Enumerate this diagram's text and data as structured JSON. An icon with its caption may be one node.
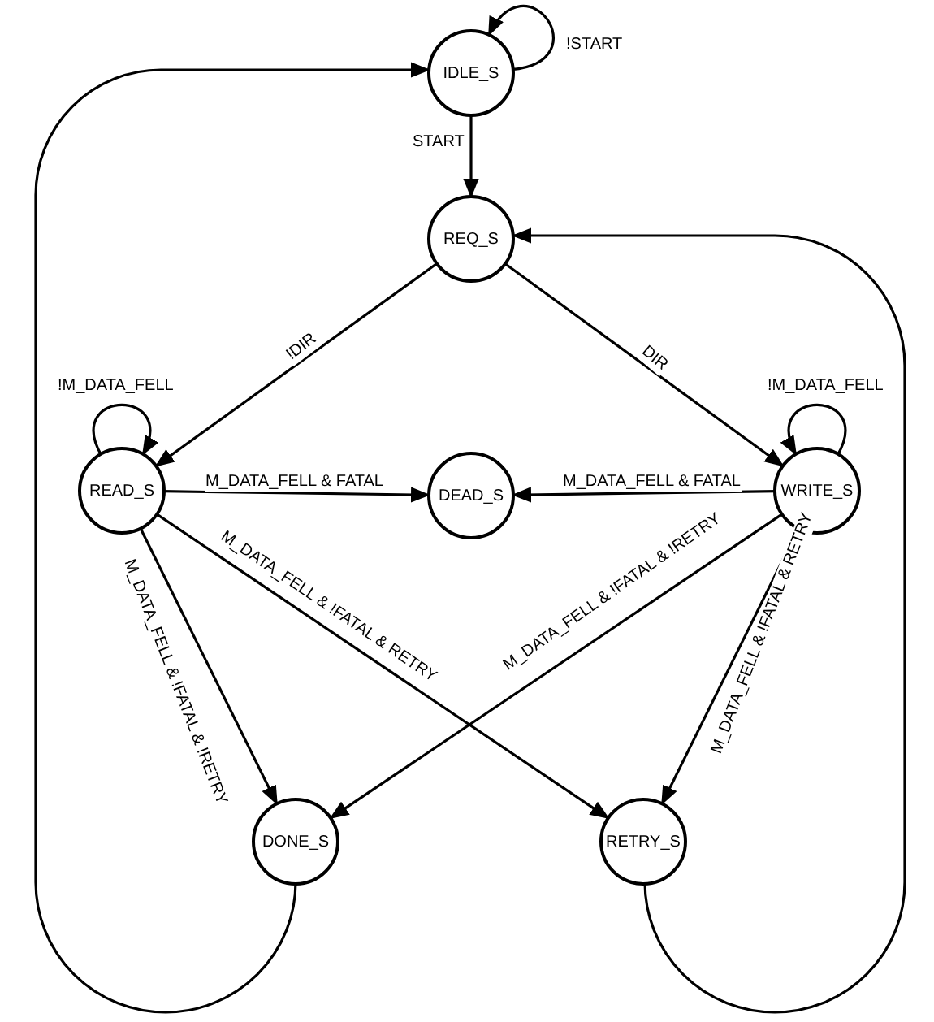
{
  "diagram": {
    "nodes": [
      {
        "text": [
          "IDLE_S"
        ]
      },
      {
        "text": [
          "REQ_S"
        ]
      },
      {
        "text": [
          "READ_S"
        ]
      },
      {
        "text": [
          "DEAD_S"
        ]
      },
      {
        "text": [
          "WRITE_S"
        ]
      },
      {
        "text": [
          "DONE_S"
        ]
      },
      {
        "text": [
          "RETRY_S"
        ]
      }
    ],
    "edges": [
      {
        "from": 0,
        "to": 0,
        "arrow": "to",
        "label": "!START"
      },
      {
        "from": 0,
        "to": 1,
        "arrow": "to",
        "label": "START"
      },
      {
        "from": 1,
        "to": 2,
        "arrow": "to",
        "label": "!DIR"
      },
      {
        "from": 1,
        "to": 4,
        "arrow": "to",
        "label": "DIR"
      },
      {
        "from": 2,
        "to": 2,
        "arrow": "to",
        "label": "!M_DATA_FELL"
      },
      {
        "from": 4,
        "to": 4,
        "arrow": "to",
        "label": "!M_DATA_FELL"
      },
      {
        "from": 2,
        "to": 3,
        "arrow": "to",
        "label": "M_DATA_FELL & FATAL"
      },
      {
        "from": 4,
        "to": 3,
        "arrow": "to",
        "label": "M_DATA_FELL & FATAL"
      },
      {
        "from": 2,
        "to": 5,
        "arrow": "to",
        "label": "M_DATA_FELL & !FATAL & !RETRY"
      },
      {
        "from": 2,
        "to": 6,
        "arrow": "to",
        "label": "M_DATA_FELL & !FATAL & RETRY"
      },
      {
        "from": 4,
        "to": 5,
        "arrow": "to",
        "label": "M_DATA_FELL & !FATAL & !RETRY"
      },
      {
        "from": 4,
        "to": 6,
        "arrow": "to",
        "label": "M_DATA_FELL & !FATAL & RETRY"
      },
      {
        "from": 5,
        "to": 0,
        "arrow": "to"
      },
      {
        "from": 6,
        "to": 1,
        "arrow": "to"
      }
    ]
  }
}
